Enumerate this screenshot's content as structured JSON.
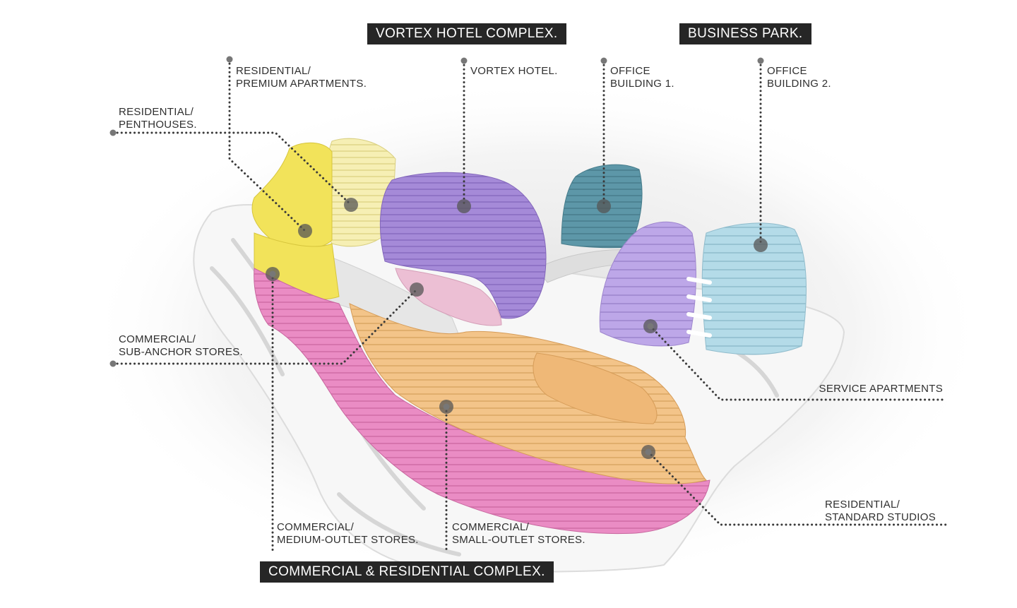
{
  "headers": {
    "vortex_complex": "VORTEX HOTEL COMPLEX.",
    "business_park": "BUSINESS PARK.",
    "commercial_complex": "COMMERCIAL & RESIDENTIAL COMPLEX."
  },
  "labels": {
    "premium_apartments": [
      "RESIDENTIAL/",
      "PREMIUM APARTMENTS."
    ],
    "penthouses": [
      "RESIDENTIAL/",
      "PENTHOUSES."
    ],
    "vortex_hotel": [
      "VORTEX HOTEL."
    ],
    "office_building_1": [
      "OFFICE",
      "BUILDING 1."
    ],
    "office_building_2": [
      "OFFICE",
      "BUILDING 2."
    ],
    "sub_anchor_stores": [
      "COMMERCIAL/",
      "SUB-ANCHOR STORES."
    ],
    "service_apartments": [
      "SERVICE APARTMENTS"
    ],
    "standard_studios": [
      "RESIDENTIAL/",
      "STANDARD STUDIOS"
    ],
    "medium_outlet_stores": [
      "COMMERCIAL/",
      "MEDIUM-OUTLET STORES."
    ],
    "small_outlet_stores": [
      "COMMERCIAL/",
      "SMALL-OUTLET STORES."
    ]
  },
  "colors": {
    "residential_yellow": "#f2e35a",
    "residential_pale_yellow": "#f6efb4",
    "hotel_purple": "#a58ad8",
    "hotel_pink": "#ecbfd4",
    "office_teal": "#5d97a8",
    "service_lavender": "#bda7e8",
    "office_light_blue": "#b4dbe8",
    "commercial_pink": "#ea8cc4",
    "commercial_orange": "#f3c489",
    "leader_dot": "#555555",
    "header_bg": "#262626"
  }
}
